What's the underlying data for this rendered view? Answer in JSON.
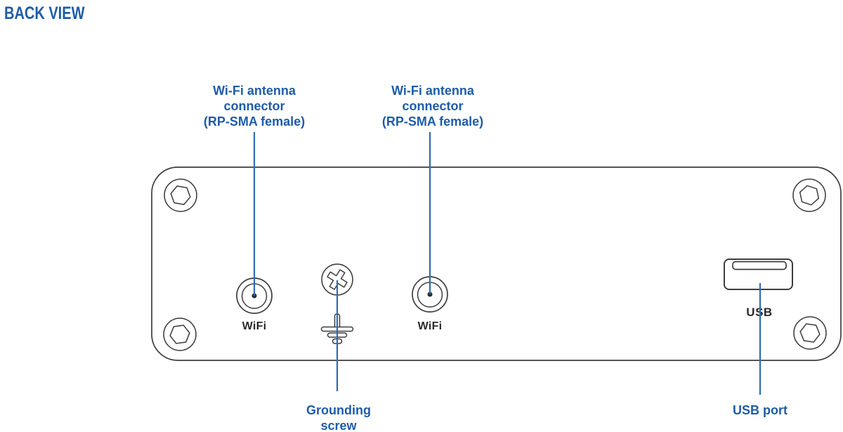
{
  "page": {
    "title": "BACK VIEW"
  },
  "colors": {
    "accent": "#1e5ca9",
    "leader": "#2f6cb3",
    "outline": "#3d3d3d",
    "label_dark": "#2b2b2b",
    "background": "#ffffff"
  },
  "annotations": {
    "wifi_left": "Wi-Fi antenna\nconnector\n(RP-SMA female)",
    "wifi_right": "Wi-Fi antenna\nconnector\n(RP-SMA female)",
    "grounding": "Grounding\nscrew",
    "usb_port": "USB port"
  },
  "panel_labels": {
    "wifi_left": "WiFi",
    "wifi_right": "WiFi",
    "usb": "USB"
  }
}
